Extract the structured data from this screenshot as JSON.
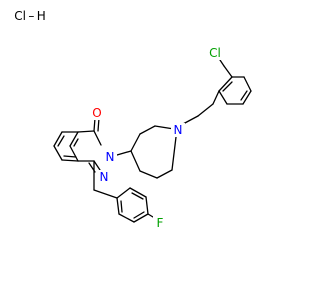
{
  "structure": {
    "salt": {
      "text": "Cl – H",
      "color": "#000000"
    },
    "atoms": {
      "chlorine": {
        "label": "Cl",
        "color": "#00a000"
      },
      "oxygen": {
        "label": "O",
        "color": "#ff0000"
      },
      "nitrogen_2": {
        "label": "N",
        "color": "#0000ff"
      },
      "nitrogen_3": {
        "label": "N",
        "color": "#0000ff"
      },
      "nitrogen_azepane": {
        "label": "N",
        "color": "#0000ff"
      },
      "fluorine": {
        "label": "F",
        "color": "#00a000"
      }
    },
    "bond_color": "#000000"
  }
}
